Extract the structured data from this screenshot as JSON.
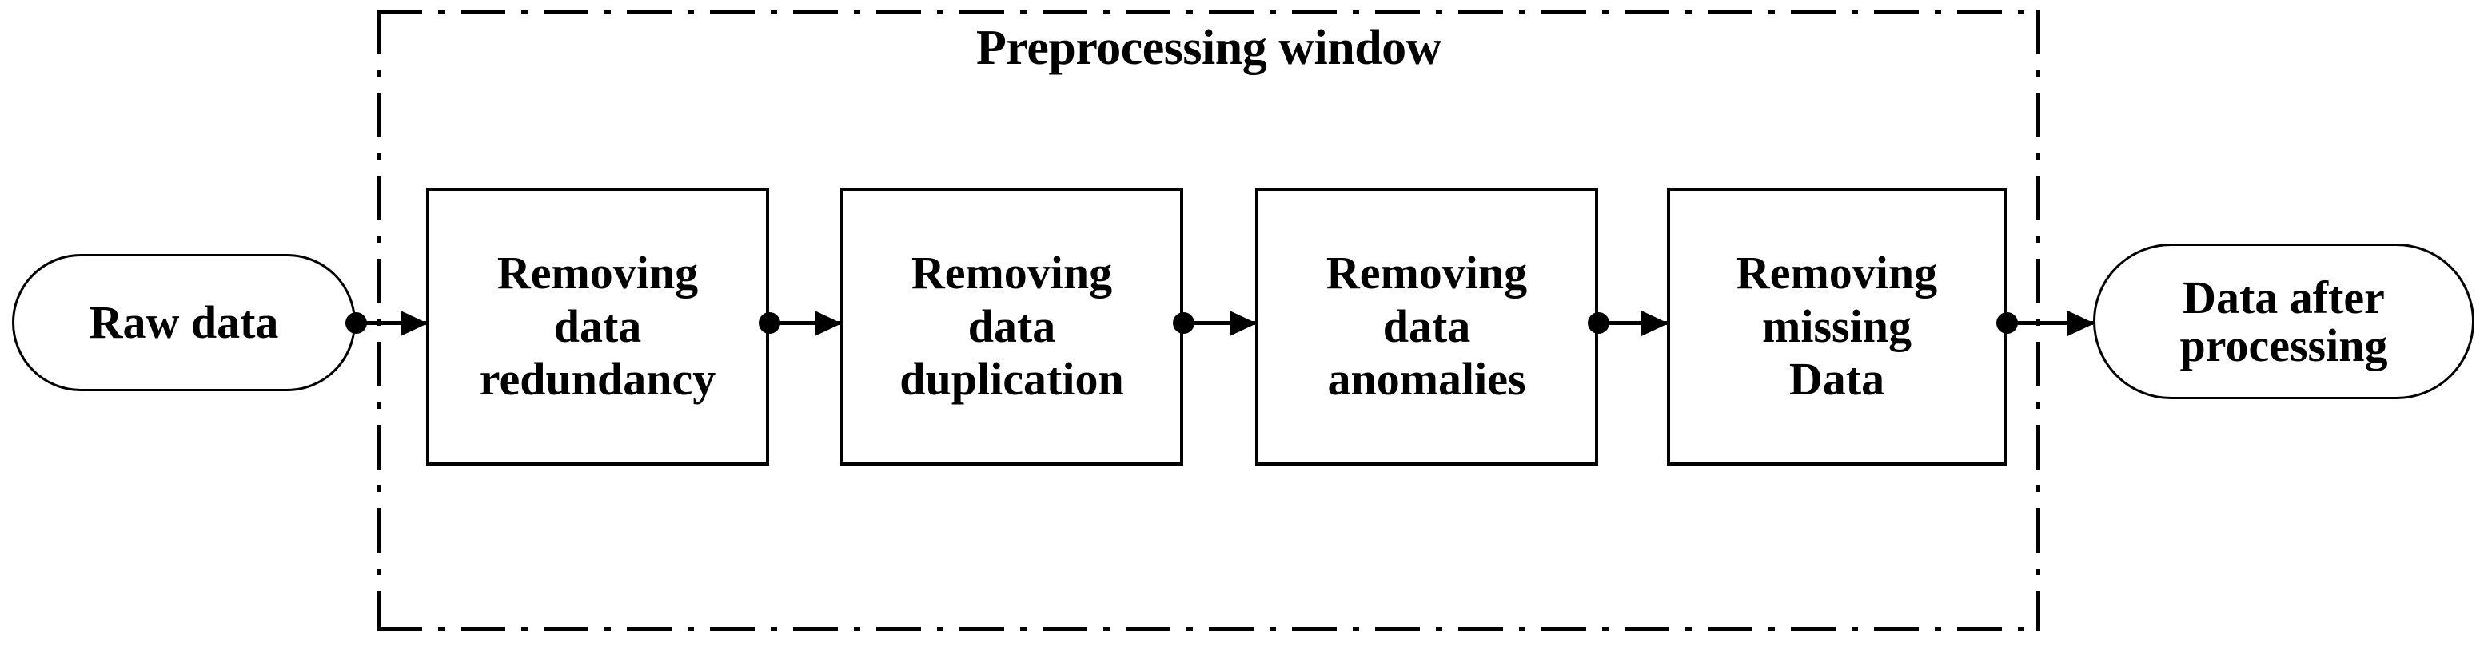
{
  "diagram": {
    "title": "Preprocessing window",
    "window": {
      "label": "Preprocessing window",
      "border_style": "dash-dot",
      "border_color": "#000000"
    },
    "input_node": {
      "label": "Raw data",
      "shape": "stadium"
    },
    "output_node": {
      "label": "Data after\nprocessing",
      "shape": "stadium"
    },
    "steps": [
      {
        "label": "Removing\ndata\nredundancy"
      },
      {
        "label": "Removing\ndata\nduplication"
      },
      {
        "label": "Removing\ndata\nanomalies"
      },
      {
        "label": "Removing\nmissing\nData"
      }
    ],
    "connectors": [
      {
        "from": "Raw data",
        "to": "Removing data redundancy",
        "source_marker": "dot",
        "target_marker": "arrow"
      },
      {
        "from": "Removing data redundancy",
        "to": "Removing data duplication",
        "source_marker": "dot",
        "target_marker": "arrow"
      },
      {
        "from": "Removing data duplication",
        "to": "Removing data anomalies",
        "source_marker": "dot",
        "target_marker": "arrow"
      },
      {
        "from": "Removing data anomalies",
        "to": "Removing missing Data",
        "source_marker": "dot",
        "target_marker": "arrow"
      },
      {
        "from": "Removing missing Data",
        "to": "Data after processing",
        "source_marker": "dot",
        "target_marker": "arrow"
      }
    ],
    "colors": {
      "stroke": "#000000",
      "fill": "#ffffff",
      "text": "#000000"
    }
  }
}
